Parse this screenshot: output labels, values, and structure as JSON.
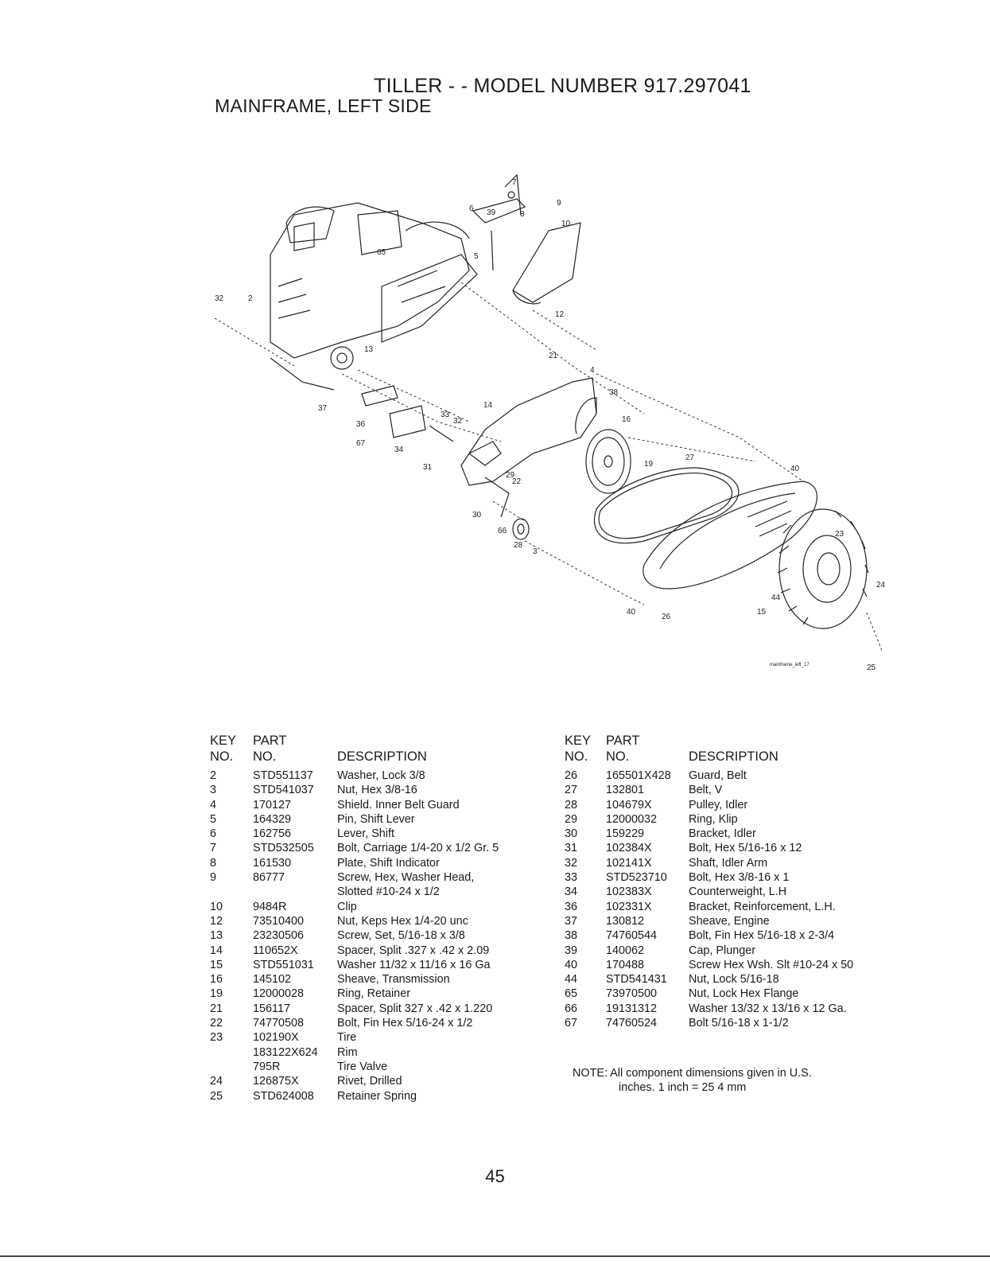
{
  "header": {
    "title": "TILLER - - MODEL NUMBER 917.297041",
    "subtitle": "MAINFRAME, LEFT SIDE"
  },
  "diagram": {
    "callouts": [
      "7",
      "6",
      "39",
      "8",
      "9",
      "10",
      "5",
      "65",
      "32",
      "2",
      "12",
      "13",
      "21",
      "4",
      "38",
      "37",
      "36",
      "14",
      "33",
      "32",
      "16",
      "67",
      "34",
      "31",
      "29",
      "22",
      "19",
      "27",
      "40",
      "30",
      "66",
      "28",
      "3",
      "23",
      "44",
      "24",
      "15",
      "40",
      "26",
      "25"
    ],
    "file_label": "mainframe_left_17"
  },
  "table_headers": {
    "key_line1": "KEY",
    "key_line2": "NO.",
    "part_line1": "PART",
    "part_line2": "NO.",
    "description": "DESCRIPTION"
  },
  "left_parts": [
    {
      "key": "2",
      "part": "STD551137",
      "desc": "Washer, Lock 3/8"
    },
    {
      "key": "3",
      "part": "STD541037",
      "desc": "Nut, Hex 3/8-16"
    },
    {
      "key": "4",
      "part": "170127",
      "desc": "Shield. Inner Belt Guard"
    },
    {
      "key": "5",
      "part": "164329",
      "desc": "Pin, Shift Lever"
    },
    {
      "key": "6",
      "part": "162756",
      "desc": "Lever, Shift"
    },
    {
      "key": "7",
      "part": "STD532505",
      "desc": "Bolt, Carriage 1/4-20 x 1/2 Gr. 5"
    },
    {
      "key": "8",
      "part": "161530",
      "desc": "Plate, Shift Indicator"
    },
    {
      "key": "9",
      "part": "86777",
      "desc": "Screw, Hex, Washer Head,"
    },
    {
      "key": "",
      "part": "",
      "desc": "Slotted #10-24 x 1/2"
    },
    {
      "key": "10",
      "part": "9484R",
      "desc": "Clip"
    },
    {
      "key": "12",
      "part": "73510400",
      "desc": "Nut, Keps Hex 1/4-20 unc"
    },
    {
      "key": "13",
      "part": "23230506",
      "desc": "Screw, Set, 5/16-18 x 3/8"
    },
    {
      "key": "14",
      "part": "110652X",
      "desc": "Spacer, Split .327 x .42 x 2.09"
    },
    {
      "key": "15",
      "part": "STD551031",
      "desc": "Washer 11/32 x 11/16 x 16 Ga"
    },
    {
      "key": "16",
      "part": "145102",
      "desc": "Sheave, Transmission"
    },
    {
      "key": "19",
      "part": "12000028",
      "desc": "Ring, Retainer"
    },
    {
      "key": "21",
      "part": "156117",
      "desc": "Spacer, Split 327 x .42 x 1.220"
    },
    {
      "key": "22",
      "part": "74770508",
      "desc": "Bolt, Fin Hex 5/16-24 x 1/2"
    },
    {
      "key": "23",
      "part": "102190X",
      "desc": "Tire"
    },
    {
      "key": "",
      "part": "183122X624",
      "desc": "Rim"
    },
    {
      "key": "",
      "part": "795R",
      "desc": "Tire Valve"
    },
    {
      "key": "24",
      "part": "126875X",
      "desc": "Rivet, Drilled"
    },
    {
      "key": "25",
      "part": "STD624008",
      "desc": "Retainer Spring"
    }
  ],
  "right_parts": [
    {
      "key": "26",
      "part": "165501X428",
      "desc": "Guard, Belt"
    },
    {
      "key": "27",
      "part": "132801",
      "desc": "Belt, V"
    },
    {
      "key": "28",
      "part": "104679X",
      "desc": "Pulley, Idler"
    },
    {
      "key": "29",
      "part": "12000032",
      "desc": "Ring, Klip"
    },
    {
      "key": "30",
      "part": "159229",
      "desc": "Bracket, Idler"
    },
    {
      "key": "31",
      "part": "102384X",
      "desc": "Bolt, Hex 5/16-16 x 12"
    },
    {
      "key": "32",
      "part": "102141X",
      "desc": "Shaft, Idler Arm"
    },
    {
      "key": "33",
      "part": "STD523710",
      "desc": "Bolt, Hex 3/8-16 x 1"
    },
    {
      "key": "34",
      "part": "102383X",
      "desc": "Counterweight, L.H"
    },
    {
      "key": "36",
      "part": "102331X",
      "desc": "Bracket, Reinforcement, L.H."
    },
    {
      "key": "37",
      "part": "130812",
      "desc": "Sheave, Engine"
    },
    {
      "key": "38",
      "part": "74760544",
      "desc": "Bolt, Fin Hex 5/16-18 x 2-3/4"
    },
    {
      "key": "39",
      "part": "140062",
      "desc": "Cap, Plunger"
    },
    {
      "key": "40",
      "part": "170488",
      "desc": "Screw Hex Wsh. Slt #10-24 x 50"
    },
    {
      "key": "44",
      "part": "STD541431",
      "desc": "Nut, Lock 5/16-18"
    },
    {
      "key": "65",
      "part": "73970500",
      "desc": "Nut, Lock Hex Flange"
    },
    {
      "key": "66",
      "part": "19131312",
      "desc": "Washer 13/32 x 13/16 x 12 Ga."
    },
    {
      "key": "67",
      "part": "74760524",
      "desc": "Bolt 5/16-18 x 1-1/2"
    }
  ],
  "note": {
    "line1": "NOTE: All component dimensions given in U.S.",
    "line2": "inches. 1 inch = 25 4 mm"
  },
  "page_number": "45"
}
